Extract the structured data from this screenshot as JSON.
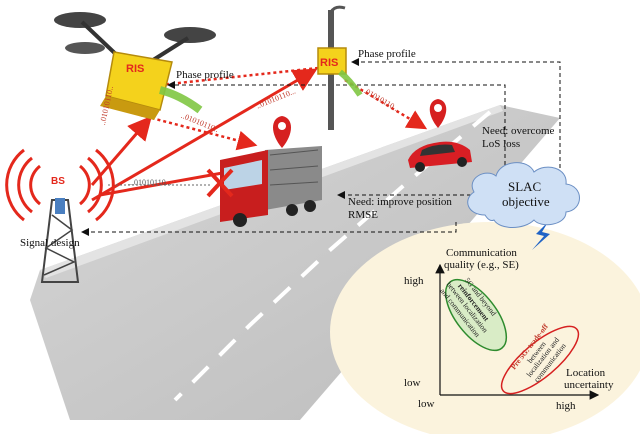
{
  "diagram": {
    "ris_drone_label": "RIS",
    "ris_pole_label": "RIS",
    "bs_label": "BS",
    "phase_profile_top": "Phase profile",
    "phase_profile_mid": "Phase profile",
    "signal_design": "Signal design",
    "bits_drone_down": "..01010110..",
    "bits_bs_to_drone": "..01010110..",
    "bits_drone_to_pole": "..01010110...",
    "bits_pole_to_car": "..01010110...",
    "bits_bs_to_truck": "...01010110...",
    "need_los_line1": "Need: overcome",
    "need_los_line2": "LoS loss",
    "need_pos_line1": "Need: improve position",
    "need_pos_line2": "RMSE",
    "cloud_line1": "SLAC",
    "cloud_line2": "objective"
  },
  "inset": {
    "y_axis_label_line1": "Communication",
    "y_axis_label_line2": "quality (e.g., SE)",
    "x_axis_label_line1": "Location",
    "x_axis_label_line2": "uncertainty",
    "y_high": "high",
    "y_low": "low",
    "x_low": "low",
    "x_high": "high",
    "green_lines": [
      "5G and beyond",
      "reinforcement",
      "between localization",
      "and communication"
    ],
    "red_lines": [
      "Pre 5G: trade-off",
      "between",
      "localization and",
      "communication"
    ]
  },
  "colors": {
    "red_signal": "#e4281c",
    "ris_yellow": "#f4d21c",
    "green_ellipse": "#2e8b2e",
    "red_ellipse": "#d62020",
    "inset_bg": "#fbf3dd",
    "cloud_fill": "#cfe0f5",
    "road": "#c9c9c9"
  }
}
